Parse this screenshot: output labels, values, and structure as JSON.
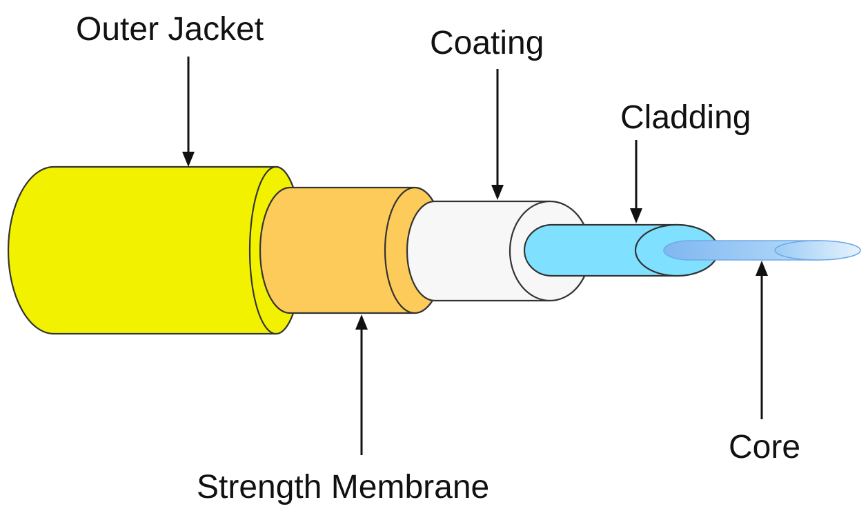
{
  "labels": {
    "outer_jacket": "Outer Jacket",
    "coating": "Coating",
    "cladding": "Cladding",
    "strength_membrane": "Strength Membrane",
    "core": "Core"
  },
  "colors": {
    "outer_jacket": "#F2F200",
    "strength_membrane": "#FDCB5A",
    "coating": "#F7F7F7",
    "cladding": "#7FE0FF",
    "core": "#A9D3F7"
  }
}
